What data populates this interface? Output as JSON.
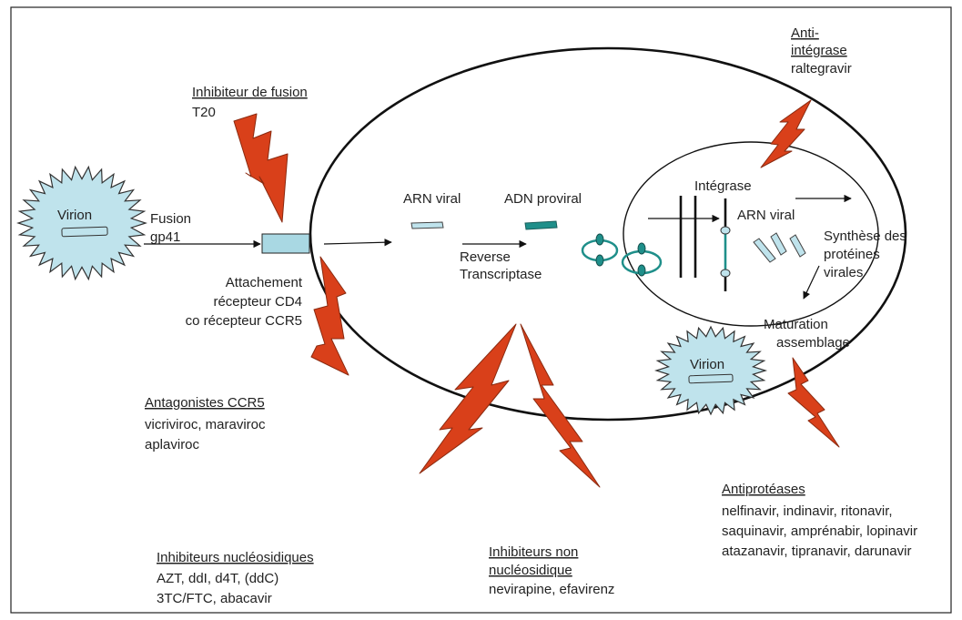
{
  "colors": {
    "lightning": "#d9401a",
    "lightning_stroke": "#8a2a10",
    "virion_fill": "#bfe3ec",
    "virion_stroke": "#3a3a3a",
    "receptor_fill": "#a9d8e3",
    "dna_teal": "#1f8f8a",
    "rna_fill": "#bfe3ec"
  },
  "virion_outside": {
    "label": "Virion"
  },
  "virion_inside": {
    "label": "Virion"
  },
  "entry": {
    "fusion": "Fusion",
    "gp41": "gp41"
  },
  "attachment": {
    "line1": "Attachement",
    "line2": "récepteur CD4",
    "line3": "co récepteur CCR5"
  },
  "arn_viral": "ARN viral",
  "adn_proviral": "ADN proviral",
  "reverse": {
    "line1": "Reverse",
    "line2": "Transcriptase"
  },
  "nucleus": {
    "integrase": "Intégrase",
    "arn_viral": "ARN viral"
  },
  "synthesis": {
    "line1": "Synthèse des",
    "line2": "protéines",
    "line3": "virales"
  },
  "maturation": {
    "line1": "Maturation",
    "line2": "assemblage"
  },
  "drugs": {
    "fusion": {
      "title": "Inhibiteur de fusion",
      "items": "T20"
    },
    "integrase": {
      "title1": "Anti-",
      "title2": "intégrase",
      "items": "raltegravir"
    },
    "ccr5": {
      "title": "Antagonistes CCR5",
      "items1": "vicriviroc, maraviroc",
      "items2": "aplaviroc"
    },
    "nucleoside": {
      "title": "Inhibiteurs nucléosidiques",
      "items1": "AZT, ddI, d4T, (ddC)",
      "items2": "3TC/FTC, abacavir"
    },
    "non_nucleoside": {
      "title1": "Inhibiteurs non",
      "title2": "nucléosidique",
      "items": "nevirapine, efavirenz"
    },
    "protease": {
      "title": "Antiprotéases",
      "items1": "nelfinavir, indinavir, ritonavir,",
      "items2": "saquinavir, amprénabir, lopinavir",
      "items3": "atazanavir, tipranavir, darunavir"
    }
  }
}
